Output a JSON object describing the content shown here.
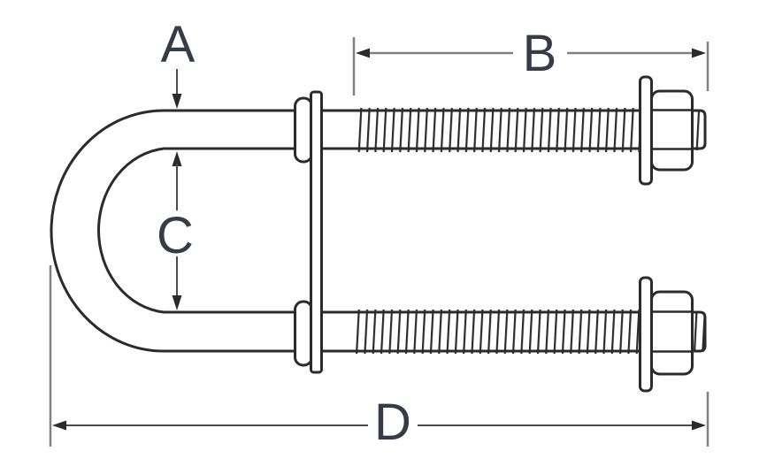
{
  "figure": {
    "type": "technical-line-drawing",
    "subject": "u-bolt-with-plate-washers-and-hex-nuts",
    "parts": [
      "u-bolt-body",
      "bend",
      "threads",
      "collar",
      "mounting-plate",
      "flat-washer",
      "hex-nut"
    ]
  },
  "labels": {
    "a": "A",
    "b": "B",
    "c": "C",
    "d": "D"
  },
  "colors": {
    "background": "#ffffff",
    "outline": "#2b2b2e",
    "dimension_line": "#808184",
    "dimension_dark": "#4a4c50",
    "label_text": "#353b47"
  }
}
